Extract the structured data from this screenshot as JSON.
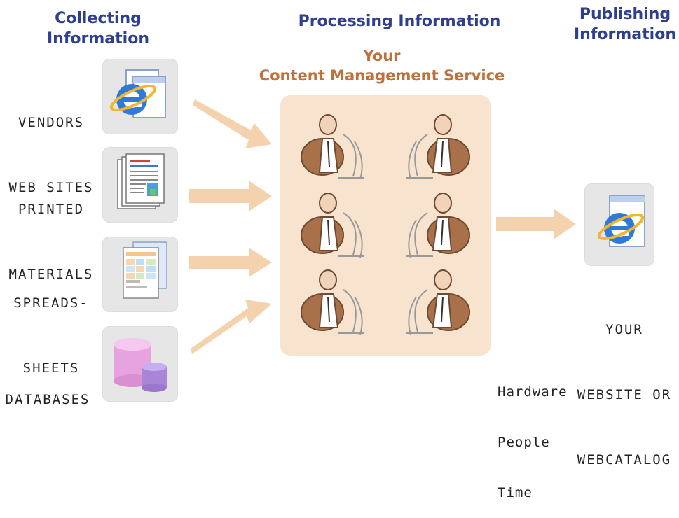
{
  "headings": {
    "collecting": [
      "Collecting",
      "Information"
    ],
    "processing": "Processing Information",
    "publishing": [
      "Publishing",
      "Information"
    ]
  },
  "service": [
    "Your",
    "Content Management Service"
  ],
  "sources": [
    {
      "lines": [
        "VENDORS",
        "WEB SITES"
      ],
      "icon": "browser-pages-icon"
    },
    {
      "lines": [
        "PRINTED",
        "MATERIALS"
      ],
      "icon": "printed-document-icon"
    },
    {
      "lines": [
        "SPREADS-",
        "SHEETS"
      ],
      "icon": "spreadsheet-icon"
    },
    {
      "lines": [
        "DATABASES"
      ],
      "icon": "database-cylinder-icon"
    }
  ],
  "output": {
    "lines": [
      "YOUR",
      "WEBSITE OR",
      "WEBCATALOG"
    ],
    "icon": "browser-page-icon"
  },
  "resources": [
    "Hardware",
    "People",
    "Time"
  ],
  "colors": {
    "heading": "#2e3f8f",
    "subheading": "#c0703a",
    "panel": "#f8e3cf",
    "arrow": "#f4d2ad",
    "tile": "#e6e6e6"
  }
}
